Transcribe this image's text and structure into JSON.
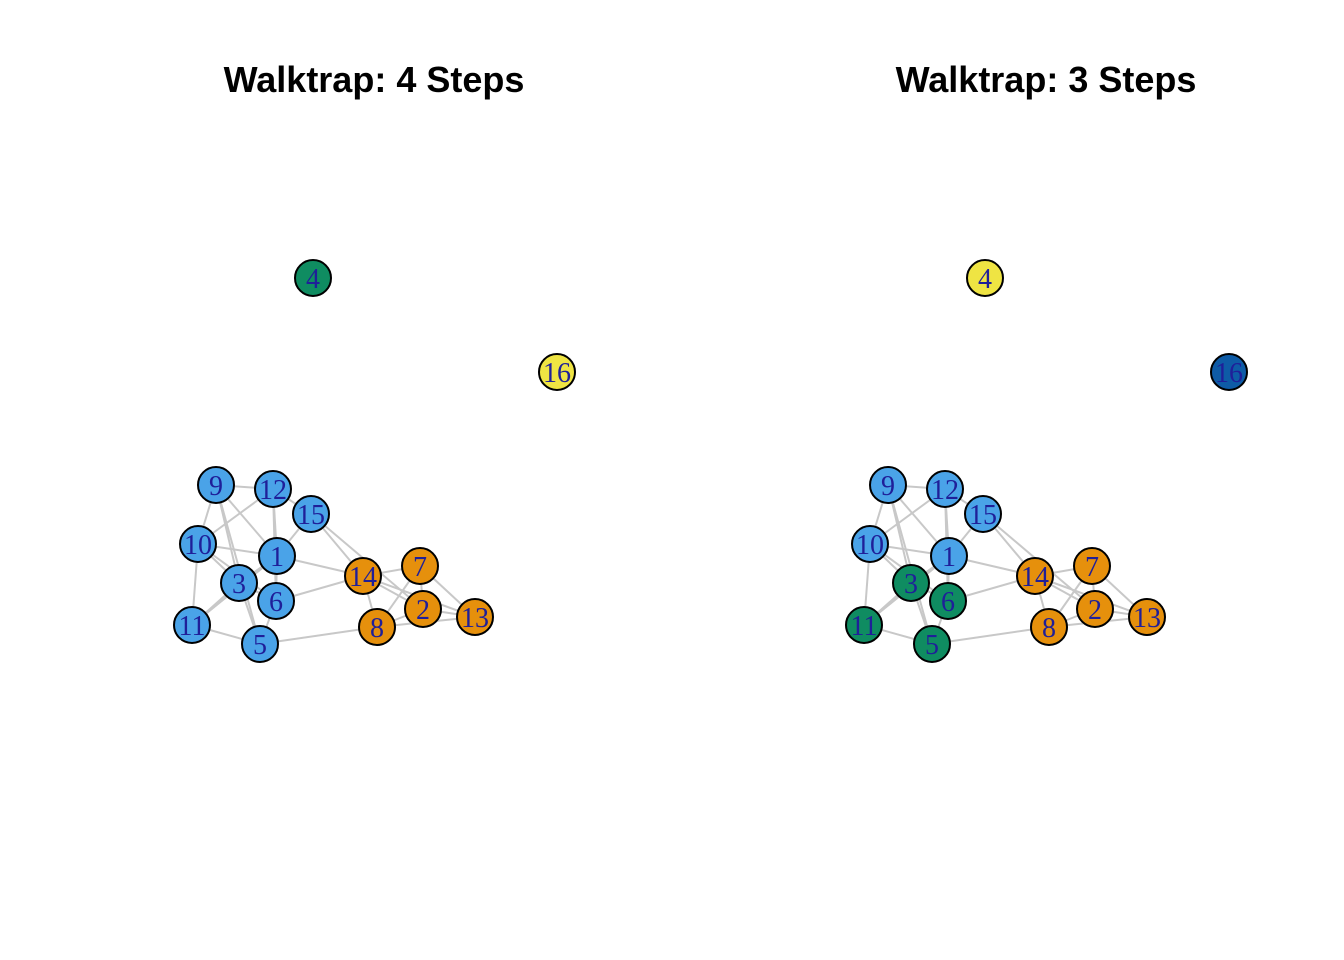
{
  "colors": {
    "blue": "#4aa3e8",
    "orange": "#e6900c",
    "green": "#0f8c61",
    "yellow": "#efe443",
    "dark_blue": "#0e5ba6",
    "edge": "#c8c8c8",
    "label": "#1f1f99"
  },
  "nodes": [
    "1",
    "2",
    "3",
    "4",
    "5",
    "6",
    "7",
    "8",
    "9",
    "10",
    "11",
    "12",
    "13",
    "14",
    "15",
    "16"
  ],
  "edges": [
    [
      "9",
      "12"
    ],
    [
      "9",
      "10"
    ],
    [
      "9",
      "3"
    ],
    [
      "9",
      "1"
    ],
    [
      "9",
      "5"
    ],
    [
      "12",
      "15"
    ],
    [
      "12",
      "1"
    ],
    [
      "12",
      "10"
    ],
    [
      "12",
      "6"
    ],
    [
      "15",
      "1"
    ],
    [
      "15",
      "14"
    ],
    [
      "15",
      "2"
    ],
    [
      "10",
      "1"
    ],
    [
      "10",
      "11"
    ],
    [
      "10",
      "3"
    ],
    [
      "10",
      "6"
    ],
    [
      "1",
      "3"
    ],
    [
      "1",
      "6"
    ],
    [
      "1",
      "14"
    ],
    [
      "1",
      "11"
    ],
    [
      "3",
      "6"
    ],
    [
      "3",
      "11"
    ],
    [
      "3",
      "5"
    ],
    [
      "6",
      "14"
    ],
    [
      "6",
      "5"
    ],
    [
      "11",
      "5"
    ],
    [
      "11",
      "1"
    ],
    [
      "5",
      "8"
    ],
    [
      "14",
      "7"
    ],
    [
      "14",
      "8"
    ],
    [
      "14",
      "2"
    ],
    [
      "14",
      "13"
    ],
    [
      "7",
      "2"
    ],
    [
      "7",
      "8"
    ],
    [
      "7",
      "13"
    ],
    [
      "2",
      "8"
    ],
    [
      "2",
      "13"
    ],
    [
      "8",
      "13"
    ]
  ],
  "panels": [
    {
      "title": "Walktrap: 4 Steps",
      "membership": {
        "1": "blue",
        "2": "orange",
        "3": "blue",
        "4": "green",
        "5": "blue",
        "6": "blue",
        "7": "orange",
        "8": "orange",
        "9": "blue",
        "10": "blue",
        "11": "blue",
        "12": "blue",
        "13": "orange",
        "14": "orange",
        "15": "blue",
        "16": "yellow"
      }
    },
    {
      "title": "Walktrap: 3 Steps",
      "membership": {
        "1": "blue",
        "2": "orange",
        "3": "green",
        "4": "yellow",
        "5": "green",
        "6": "green",
        "7": "orange",
        "8": "orange",
        "9": "blue",
        "10": "blue",
        "11": "green",
        "12": "blue",
        "13": "orange",
        "14": "orange",
        "15": "blue",
        "16": "dark_blue"
      }
    }
  ]
}
